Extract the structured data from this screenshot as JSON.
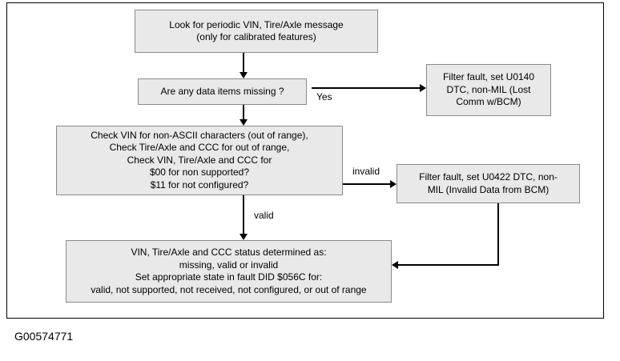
{
  "diagram": {
    "caption": "G00574771",
    "colors": {
      "box_fill": "#e9e9e9",
      "box_border": "#8a8a8a",
      "arrow": "#000000",
      "frame": "#000000",
      "text": "#000000"
    },
    "nodes": {
      "look": {
        "text": "Look for periodic VIN, Tire/Axle message\n(only for calibrated features)"
      },
      "missing": {
        "text": "Are any data items missing ?"
      },
      "u0140": {
        "text": "Filter fault, set U0140\nDTC, non-MIL (Lost\nComm w/BCM)"
      },
      "check": {
        "text": "Check VIN for non-ASCII characters (out of range),\nCheck Tire/Axle and CCC for out of range,\nCheck VIN, Tire/Axle and CCC for\n$00 for non supported?\n$11 for not configured?"
      },
      "u0422": {
        "text": "Filter fault, set U0422 DTC, non-\nMIL (Invalid Data  from BCM)"
      },
      "status": {
        "text": "VIN, Tire/Axle and CCC status determined as:\nmissing, valid or invalid\nSet appropriate state in fault DID $056C for:\nvalid, not supported, not received, not configured, or out of range"
      }
    },
    "edge_labels": {
      "yes": "Yes",
      "invalid": "invalid",
      "valid": "valid"
    }
  }
}
